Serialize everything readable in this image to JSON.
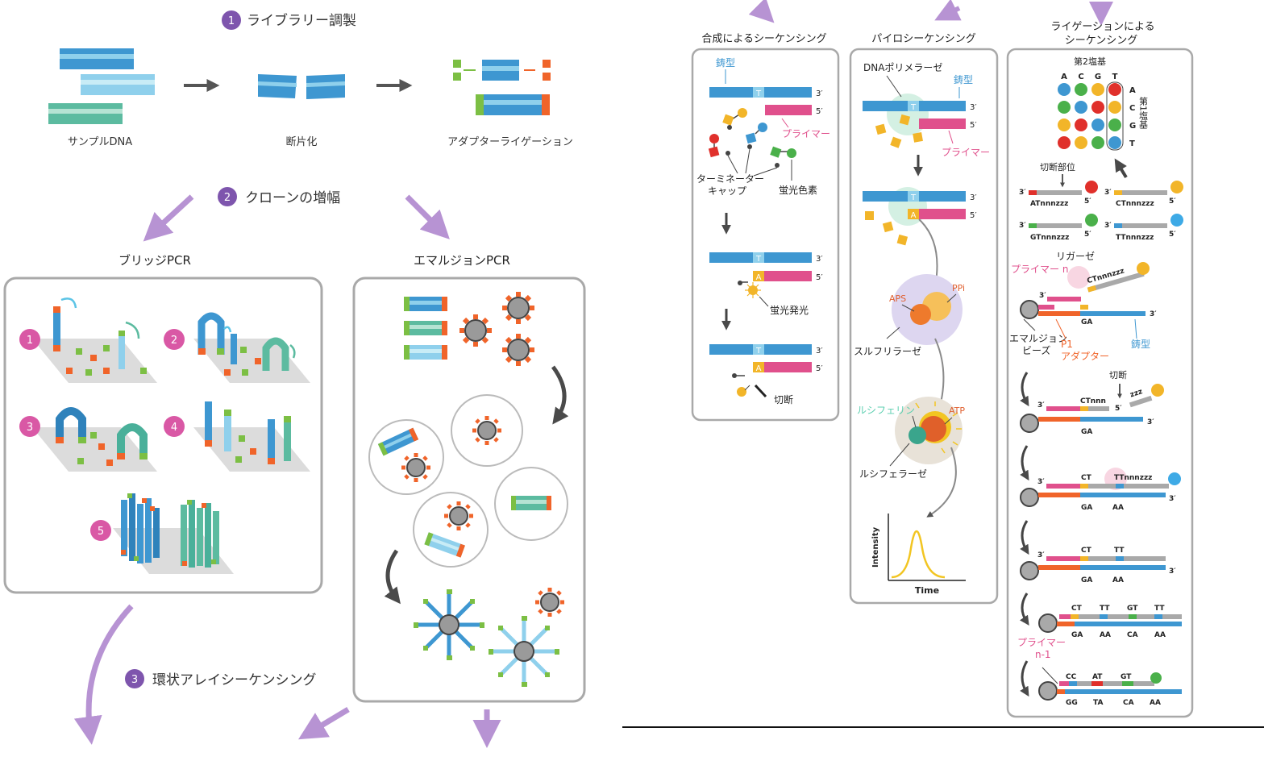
{
  "step1": {
    "num": "1",
    "title": "ライブラリー調製"
  },
  "library": {
    "sample": "サンプルDNA",
    "fragment": "断片化",
    "adapter": "アダプターライゲーション"
  },
  "step2": {
    "num": "2",
    "title": "クローンの増幅"
  },
  "bridge": {
    "title": "ブリッジPCR",
    "steps": [
      "1",
      "2",
      "3",
      "4",
      "5"
    ]
  },
  "emulsion": {
    "title": "エマルジョンPCR"
  },
  "step3": {
    "num": "3",
    "title": "環状アレイシーケンシング"
  },
  "sbs": {
    "title": "合成によるシーケンシング",
    "template": "鋳型",
    "primer": "プライマー",
    "terminator": "ターミネーター\nキャップ",
    "dye": "蛍光色素",
    "fluor": "蛍光発光",
    "cleave": "切断"
  },
  "pyro": {
    "title": "パイロシーケンシング",
    "polymerase": "DNAポリメラーゼ",
    "template": "鋳型",
    "primer": "プライマー",
    "aps": "APS",
    "ppi": "PPi",
    "sulfurylase": "スルフリラーゼ",
    "luciferin": "ルシフェリン",
    "atp": "ATP",
    "luciferase": "ルシフェラーゼ",
    "xlabel": "Time",
    "ylabel": "Intensity"
  },
  "lig": {
    "title1": "ライゲーションによる",
    "title2": "シーケンシング",
    "second_base": "第2塩基",
    "first_base": "第1塩基",
    "bases": [
      "A",
      "C",
      "G",
      "T"
    ],
    "cut_site": "切断部位",
    "probes": [
      "ATnnnzzz",
      "CTnnnzzz",
      "GTnnnzzz",
      "TTnnnzzz"
    ],
    "ligase": "リガーゼ",
    "primer_n": "プライマー n",
    "probe_on": "CTnnnzzz",
    "emulsion_bead": "エマルジョン\nビーズ",
    "p1": "P1",
    "adapter": "アダプター",
    "template": "鋳型",
    "cut": "切断",
    "ctnnn": "CTnnn",
    "zzz": "zzz",
    "ttnnnzzz": "TTnnnzzz",
    "primer_n1": "プライマー\nn-1",
    "seq_rows": [
      {
        "top": [
          "CT"
        ],
        "bottom": [
          "GA"
        ]
      },
      {
        "top": [
          "CT",
          "TT"
        ],
        "bottom": [
          "GA",
          "AA"
        ]
      },
      {
        "top": [
          "CT",
          "TT",
          "GT",
          "TT"
        ],
        "bottom": [
          "GA",
          "AA",
          "CA",
          "AA"
        ]
      },
      {
        "top": [
          "CC",
          "AT",
          "GT"
        ],
        "bottom": [
          "GG",
          "TA",
          "CA",
          "AA"
        ]
      }
    ],
    "three_prime": "3′",
    "five_prime": "5′"
  },
  "strand_labels": {
    "t": "T",
    "a": "A",
    "g": "G",
    "c": "C"
  },
  "colors": {
    "purple": "#b18fd0",
    "blue": "#3e97d1",
    "lightblue": "#8fd0ec",
    "teal": "#5cbba0",
    "pink": "#e0508c",
    "orange": "#f0642a",
    "green": "#7cbf44",
    "yellow": "#f2b529",
    "gray": "#a9a9a9"
  }
}
